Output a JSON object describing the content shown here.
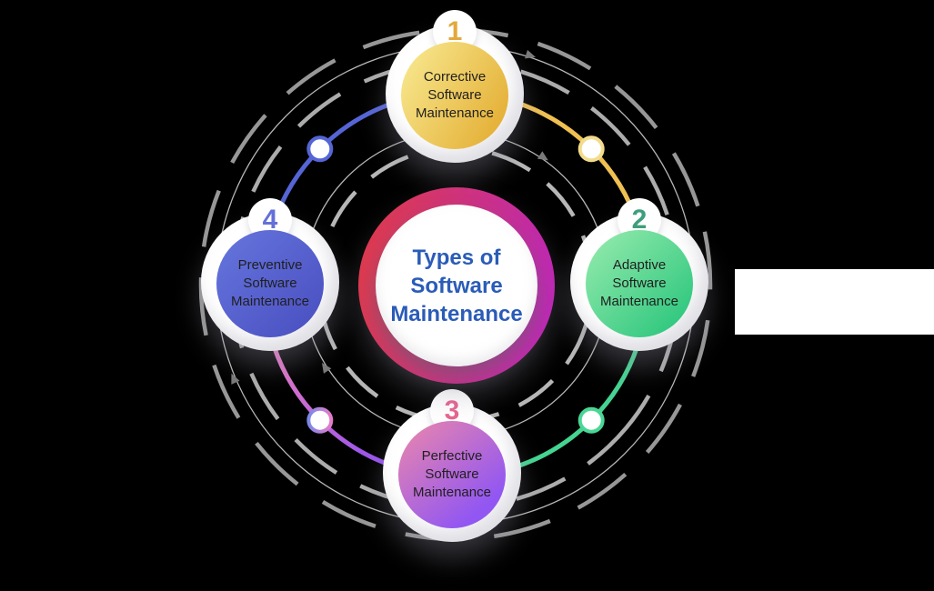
{
  "background_color": "#000000",
  "diagram": {
    "title": "Types of Software Maintenance",
    "title_color": "#2A5CB8",
    "center_ring_gradient": [
      "#DC3A50",
      "#BE29B4"
    ],
    "orbit_color": "#D7D7D7",
    "arrow_color": "#7A7A7A",
    "label_color": "#1F1F1F",
    "nodes": [
      {
        "number": "1",
        "label": "Corrective Software Maintenance",
        "position": "top",
        "circle_gradient": [
          "#F7E68C",
          "#E3AC30"
        ],
        "number_color": "#E2A93C",
        "connector_color": "#F0C052",
        "dot_ring": "#F2DC8C"
      },
      {
        "number": "2",
        "label": "Adaptive Software Maintenance",
        "position": "right",
        "circle_gradient": [
          "#93EAAC",
          "#2EC77E"
        ],
        "number_color": "#3E9E7C",
        "connector_color": "#45D492",
        "dot_ring": "#4AD695"
      },
      {
        "number": "3",
        "label": "Perfective Software Maintenance",
        "position": "bottom",
        "circle_gradient": [
          "#E784AE",
          "#9257F2"
        ],
        "number_color": "#E8638F",
        "connector_gradient": [
          "#E87BC0",
          "#8F4FF2"
        ],
        "dot_ring_gradient": [
          "#7B88E8",
          "#E87BC8"
        ]
      },
      {
        "number": "4",
        "label": "Preventive Software Maintenance",
        "position": "left",
        "circle_gradient": [
          "#6372DB",
          "#4A4FC0"
        ],
        "number_color": "#6470D8",
        "connector_color": "#5565D5",
        "dot_ring": "#5565D5"
      }
    ]
  }
}
